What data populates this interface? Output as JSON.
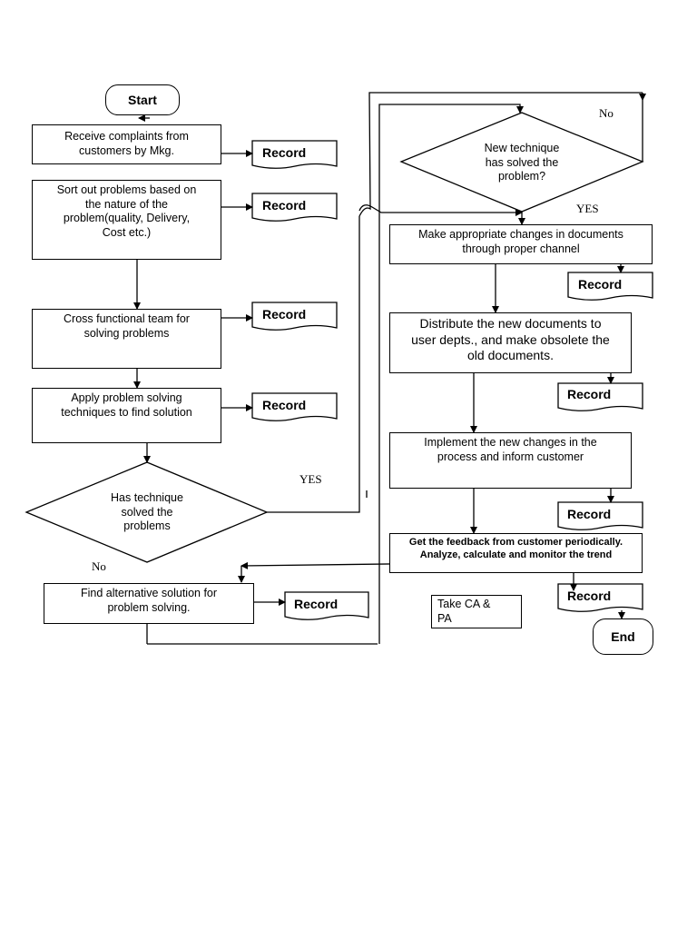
{
  "start": "Start",
  "end": "End",
  "record": "Record",
  "left": {
    "receive": "Receive complaints from\ncustomers by Mkg.",
    "sort": "Sort out problems based on\nthe nature of the\nproblem(quality, Delivery,\nCost etc.)",
    "team": "Cross functional team for\nsolving problems",
    "apply": "Apply problem solving\ntechniques to find solution",
    "decision": "Has technique\nsolved the\nproblems",
    "alt": "Find alternative solution for\nproblem solving."
  },
  "right": {
    "decision": "New technique\nhas solved the\nproblem?",
    "changes": "Make appropriate changes in documents\nthrough proper channel",
    "distribute": "Distribute the new documents to\nuser depts., and make obsolete the\nold documents.",
    "implement": "Implement the new changes in the\nprocess and inform customer",
    "feedback": "Get the feedback from customer periodically.\nAnalyze, calculate and monitor the trend",
    "ca_pa": "Take CA &\nPA"
  },
  "labels": {
    "yes": "YES",
    "no": "No"
  }
}
